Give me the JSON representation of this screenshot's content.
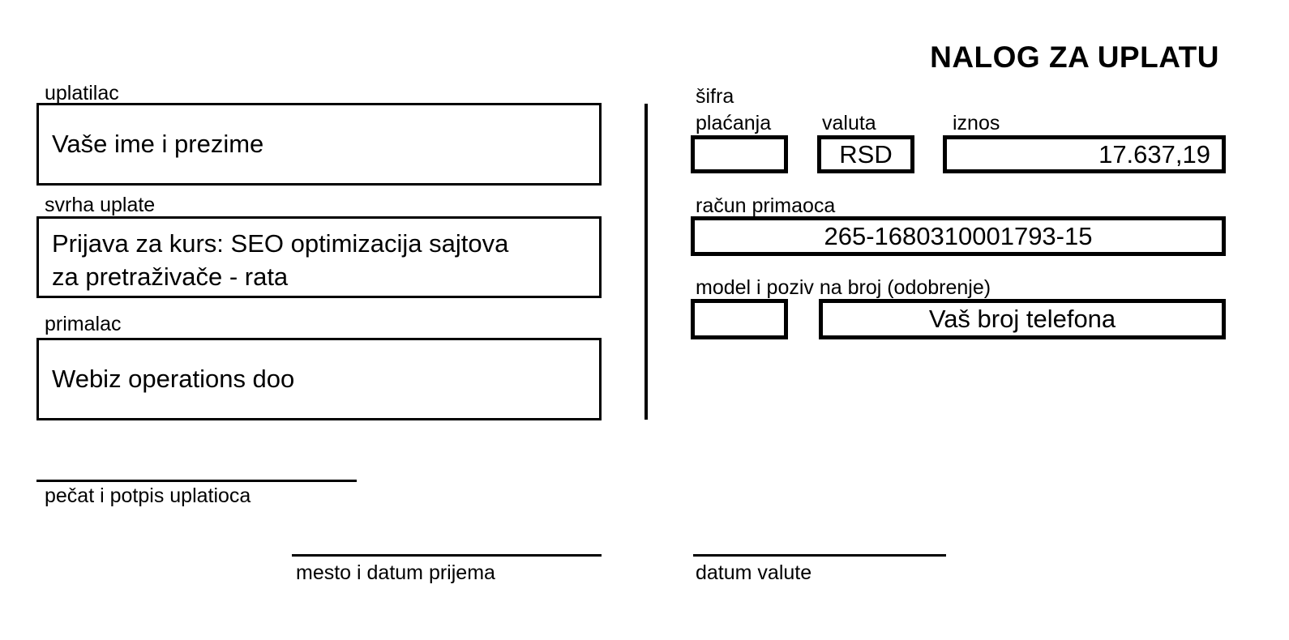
{
  "title": "NALOG ZA UPLATU",
  "payer_section": {
    "uplatilac_label": "uplatilac",
    "uplatilac_value": "Vaše ime i prezime",
    "svrha_label": "svrha uplate",
    "svrha_value": "Prijava za kurs: SEO optimizacija sajtova za pretraživače - rata",
    "primalac_label": "primalac",
    "primalac_value": "Webiz operations doo",
    "pecat_label": "pečat i potpis uplatioca",
    "mesto_label": "mesto i datum prijema"
  },
  "payment_section": {
    "sifra_label": "šifra plaćanja",
    "sifra_value": "",
    "valuta_label": "valuta",
    "valuta_value": "RSD",
    "iznos_label": "iznos",
    "iznos_value": "17.637,19",
    "racun_label": "račun primaoca",
    "racun_value": "265-1680310001793-15",
    "model_label": "model i poziv na broj (odobrenje)",
    "model_value": "",
    "poziv_value": "Vaš broj telefona",
    "datum_label": "datum valute"
  }
}
